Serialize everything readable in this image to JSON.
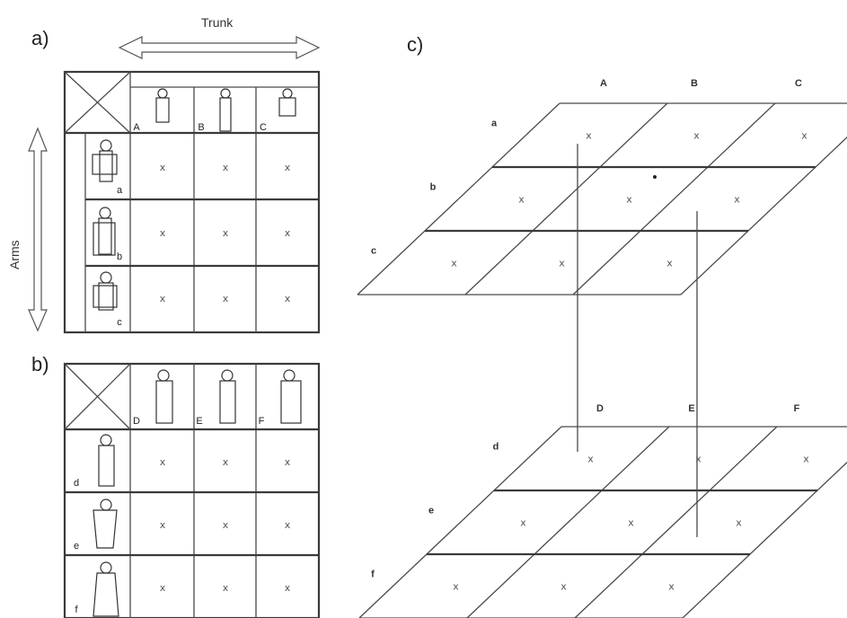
{
  "panels": {
    "a": {
      "label": "a)",
      "trunk_label": "Trunk",
      "arms_label": "Arms",
      "columns": [
        "A",
        "B",
        "C"
      ],
      "rows": [
        "a",
        "b",
        "c"
      ],
      "cells": [
        [
          "x",
          "x",
          "x"
        ],
        [
          "x",
          "x",
          "x"
        ],
        [
          "x",
          "x",
          "x"
        ]
      ]
    },
    "b": {
      "label": "b)",
      "columns": [
        "D",
        "E",
        "F"
      ],
      "rows": [
        "d",
        "e",
        "f"
      ],
      "cells": [
        [
          "x",
          "x",
          "x"
        ],
        [
          "x",
          "x",
          "x"
        ],
        [
          "x",
          "x",
          "x"
        ]
      ]
    },
    "c": {
      "label": "c)",
      "top_plane": {
        "columns": [
          "A",
          "B",
          "C"
        ],
        "rows": [
          "a",
          "b",
          "c"
        ],
        "cells": [
          [
            "x",
            "x",
            "x"
          ],
          [
            "x",
            "x",
            "x"
          ],
          [
            "x",
            "x",
            "x"
          ]
        ]
      },
      "bottom_plane": {
        "columns": [
          "D",
          "E",
          "F"
        ],
        "rows": [
          "d",
          "e",
          "f"
        ],
        "cells": [
          [
            "x",
            "x",
            "x"
          ],
          [
            "x",
            "x",
            "x"
          ],
          [
            "x",
            "x",
            "x"
          ]
        ]
      }
    }
  }
}
